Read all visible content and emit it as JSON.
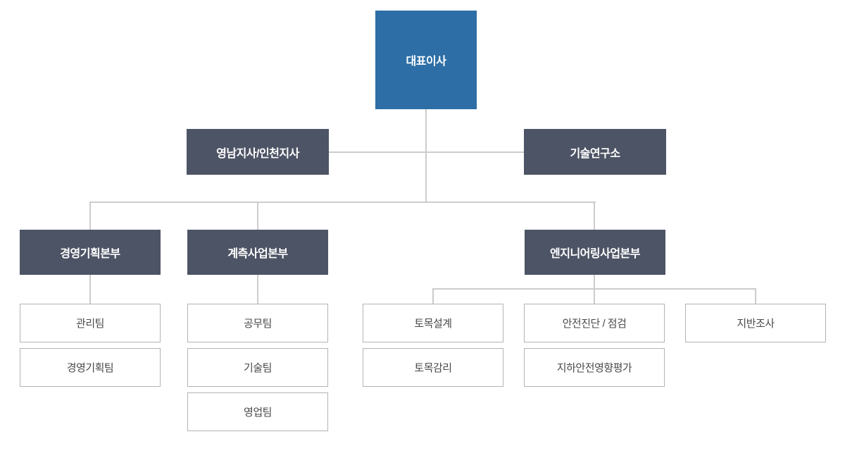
{
  "org_chart": {
    "root": {
      "label": "대표이사"
    },
    "branches": [
      {
        "label": "영남지사/인천지사"
      },
      {
        "label": "기술연구소"
      }
    ],
    "divisions": [
      {
        "label": "경영기획본부",
        "teams": [
          "관리팀",
          "경영기획팀"
        ]
      },
      {
        "label": "계측사업본부",
        "teams": [
          "공무팀",
          "기술팀",
          "영업팀"
        ]
      },
      {
        "label": "엔지니어링사업본부",
        "teams": [
          "토목설계",
          "토목감리",
          "안전진단 / 점검",
          "지하안전영향평가",
          "지반조사"
        ]
      }
    ],
    "colors": {
      "root_box": "#2d6ea6",
      "division_box": "#4d5465",
      "connector_line": "#cccccc",
      "team_box_border": "#b3b3b3",
      "team_box_text": "#4a4a4a"
    }
  }
}
